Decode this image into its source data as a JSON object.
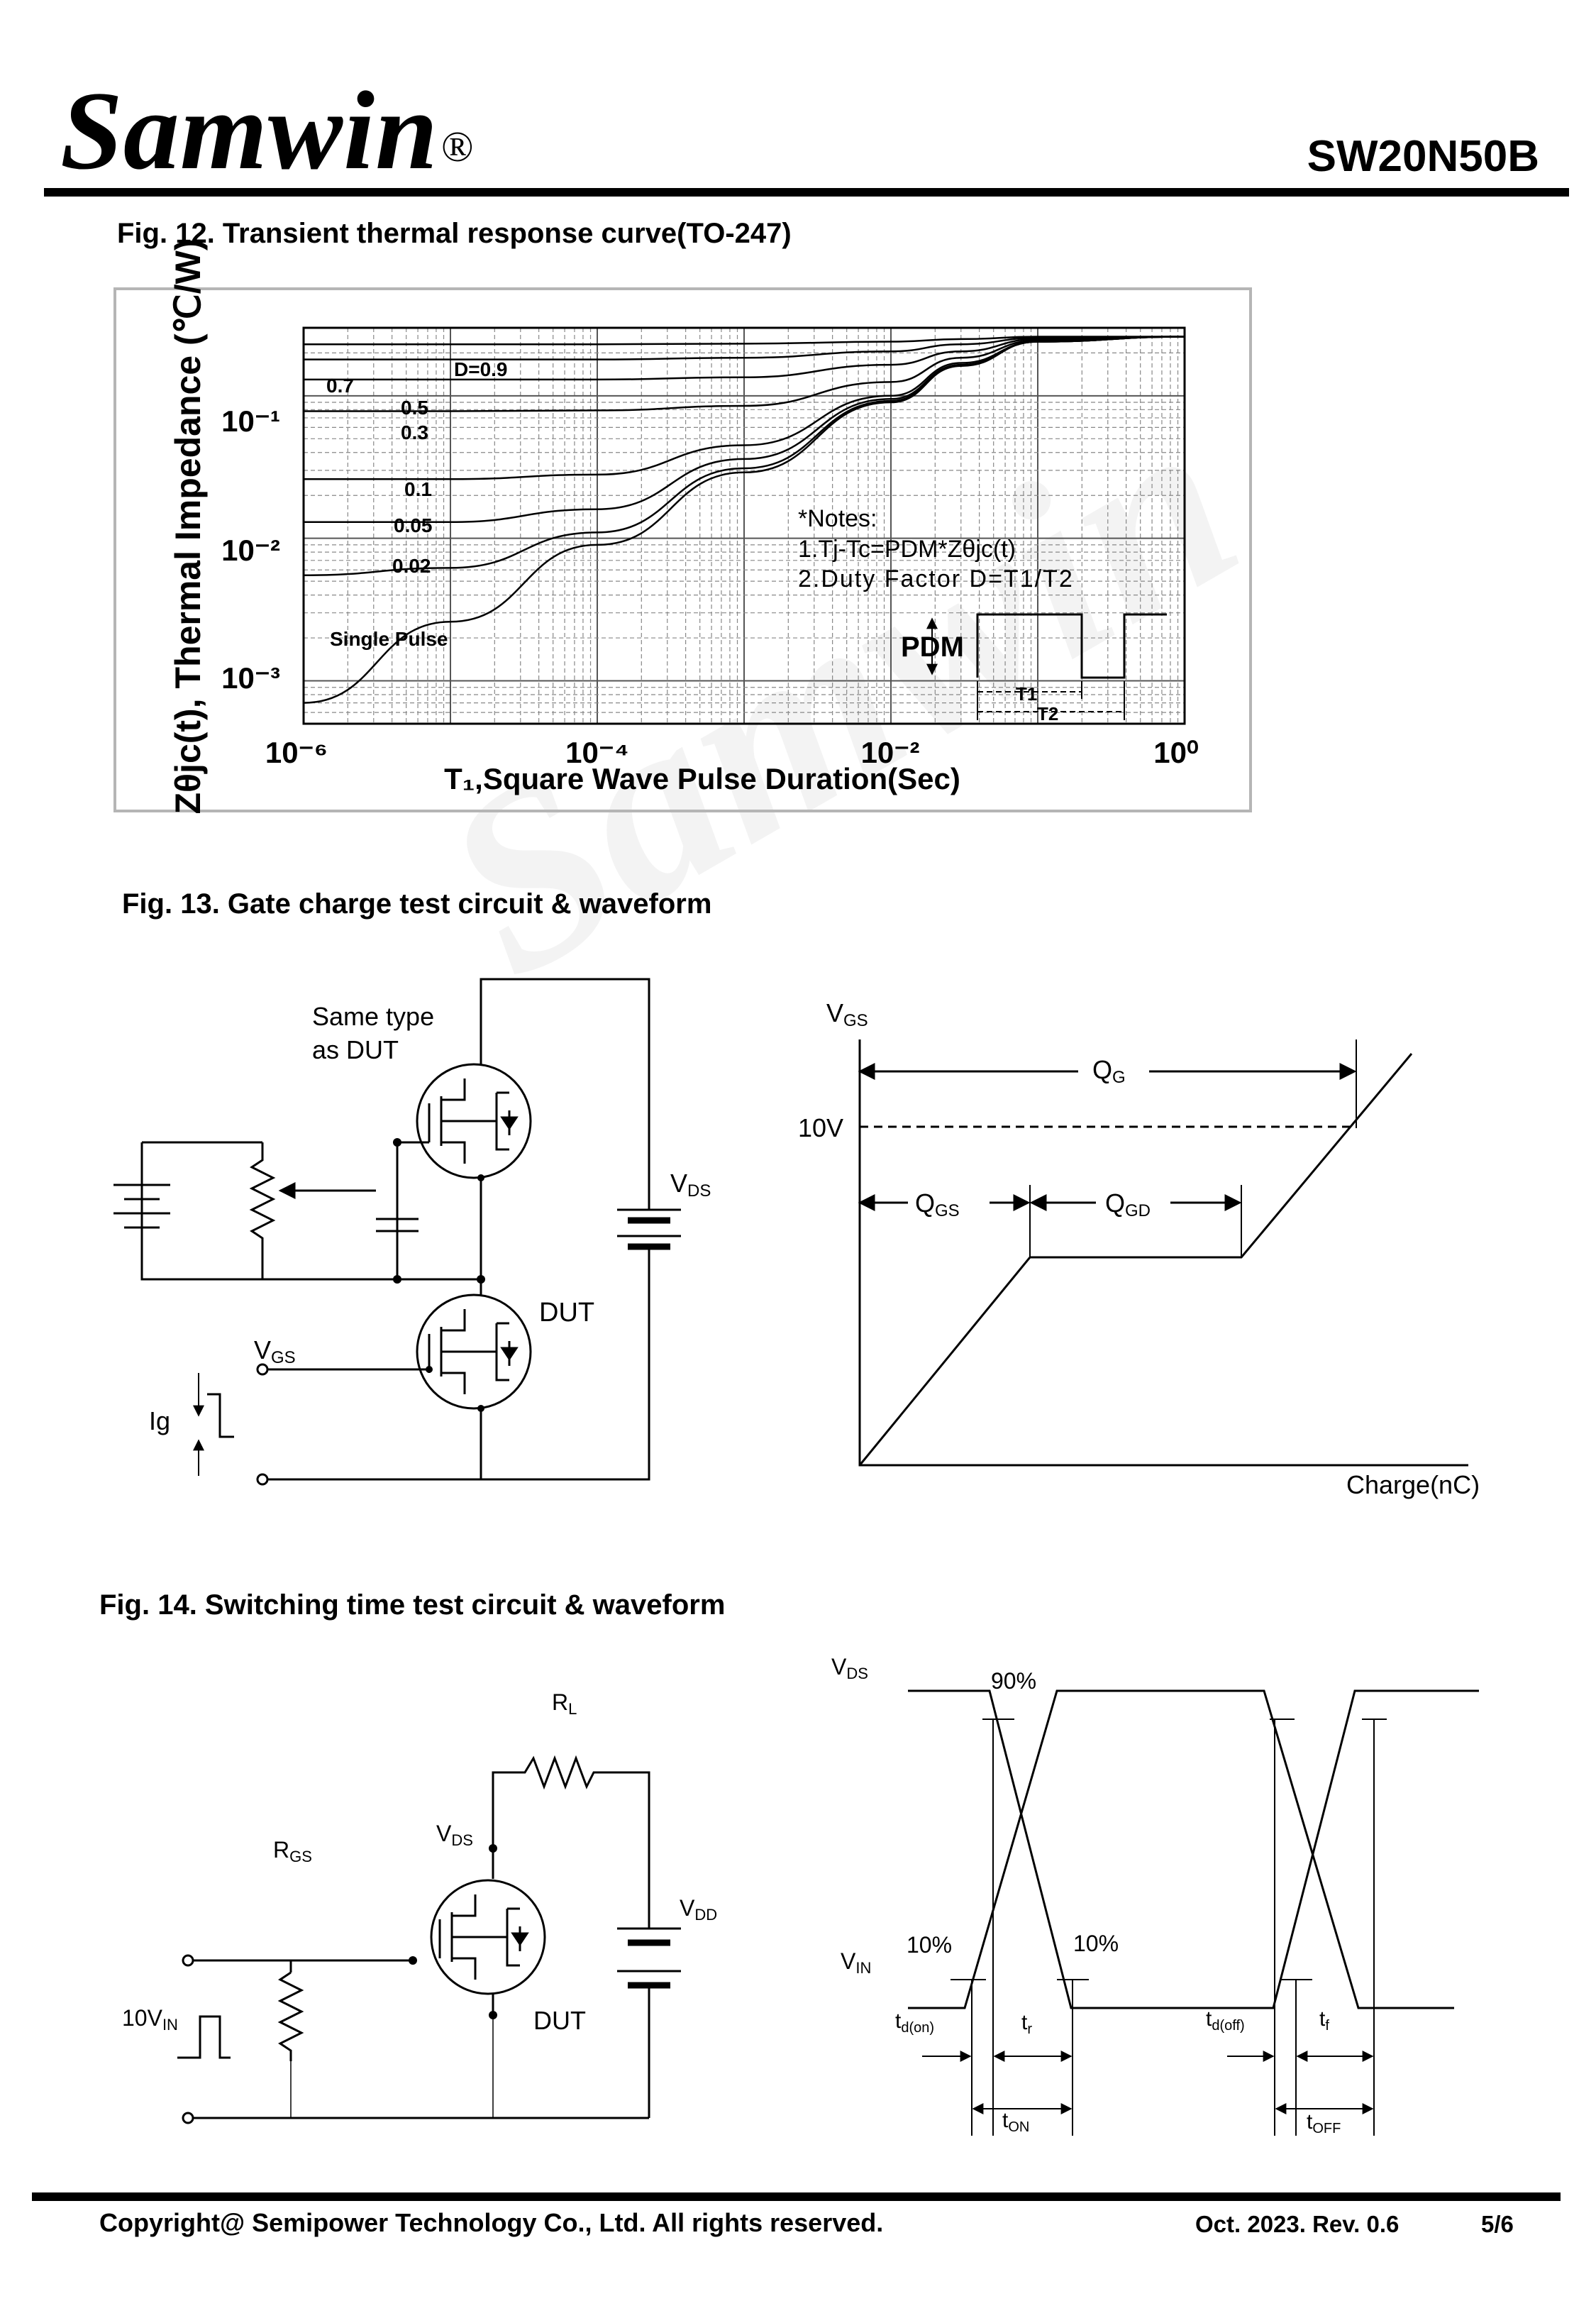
{
  "header": {
    "brand": "Samwin",
    "registered_mark": "®",
    "part_number": "SW20N50B"
  },
  "fig12": {
    "title": "Fig. 12. Transient thermal response curve(TO-247)",
    "y_axis_label": "Zθjc(t), Thermal Impedance (℃/W)",
    "x_axis_label": "T₁,Square Wave Pulse Duration(Sec)",
    "y_ticks": [
      "10⁻¹",
      "10⁻²",
      "10⁻³"
    ],
    "x_ticks": [
      "10⁻⁶",
      "10⁻⁴",
      "10⁻²",
      "10⁰"
    ],
    "notes_title": "*Notes:",
    "note1": "1.Tj-Tc=PDM*Zθjc(t)",
    "note2": "2.Duty Factor D=T1/T2",
    "pdm_label": "PDM",
    "t1_label": "T1",
    "t2_label": "T2"
  },
  "chart_data": {
    "type": "line",
    "title": "Fig. 12. Transient thermal response curve(TO-247)",
    "xlabel": "T₁,Square Wave Pulse Duration(Sec)",
    "ylabel": "Zθjc(t), Thermal Impedance (℃/W)",
    "x_scale": "log",
    "y_scale": "log",
    "xlim": [
      1e-06,
      1
    ],
    "ylim": [
      0.0005,
      0.3
    ],
    "grid": true,
    "x": [
      1e-06,
      1e-05,
      0.0001,
      0.001,
      0.01,
      0.03,
      0.1,
      1
    ],
    "series": [
      {
        "name": "D=0.9",
        "values": [
          0.23,
          0.23,
          0.23,
          0.232,
          0.24,
          0.25,
          0.26,
          0.26
        ]
      },
      {
        "name": "0.7",
        "values": [
          0.18,
          0.18,
          0.18,
          0.185,
          0.205,
          0.23,
          0.255,
          0.26
        ]
      },
      {
        "name": "0.5",
        "values": [
          0.13,
          0.13,
          0.13,
          0.135,
          0.165,
          0.205,
          0.25,
          0.26
        ]
      },
      {
        "name": "0.3",
        "values": [
          0.078,
          0.078,
          0.079,
          0.085,
          0.125,
          0.185,
          0.245,
          0.26
        ]
      },
      {
        "name": "0.1",
        "values": [
          0.026,
          0.026,
          0.028,
          0.045,
          0.1,
          0.17,
          0.24,
          0.26
        ]
      },
      {
        "name": "0.05",
        "values": [
          0.013,
          0.013,
          0.016,
          0.036,
          0.095,
          0.165,
          0.24,
          0.26
        ]
      },
      {
        "name": "0.02",
        "values": [
          0.0055,
          0.0062,
          0.011,
          0.031,
          0.092,
          0.163,
          0.24,
          0.26
        ]
      },
      {
        "name": "Single Pulse",
        "values": [
          0.0007,
          0.0026,
          0.009,
          0.029,
          0.09,
          0.162,
          0.24,
          0.26
        ]
      }
    ]
  },
  "fig13": {
    "title": "Fig. 13. Gate charge test circuit & waveform",
    "same_type_1": "Same type",
    "same_type_2": "as DUT",
    "vds": "V",
    "vds_sub": "DS",
    "dut": "DUT",
    "vgs": "V",
    "vgs_sub": "GS",
    "ig": "Ig",
    "wave_vgs": "V",
    "wave_vgs_sub": "GS",
    "ten_v": "10V",
    "qg": "Q",
    "qg_sub": "G",
    "qgs": "Q",
    "qgs_sub": "GS",
    "qgd": "Q",
    "qgd_sub": "GD",
    "charge": "Charge(nC)"
  },
  "fig14": {
    "title": "Fig. 14. Switching time test circuit & waveform",
    "rl": "R",
    "rl_sub": "L",
    "rgs": "R",
    "rgs_sub": "GS",
    "vds": "V",
    "vds_sub": "DS",
    "vdd": "V",
    "vdd_sub": "DD",
    "ten_vin": "10V",
    "ten_vin_sub": "IN",
    "dut": "DUT",
    "wave_vds": "V",
    "wave_vds_sub": "DS",
    "wave_vin": "V",
    "wave_vin_sub": "IN",
    "p90": "90%",
    "p10a": "10%",
    "p10b": "10%",
    "tdon": "t",
    "tdon_sub": "d(on)",
    "tr": "t",
    "tr_sub": "r",
    "ton": "t",
    "ton_sub": "ON",
    "tdoff": "t",
    "tdoff_sub": "d(off)",
    "tf": "t",
    "tf_sub": "f",
    "toff": "t",
    "toff_sub": "OFF"
  },
  "footer": {
    "copyright": "Copyright@ Semipower Technology Co., Ltd. All rights reserved.",
    "date_rev": "Oct. 2023. Rev. 0.6",
    "page": "5/6"
  }
}
